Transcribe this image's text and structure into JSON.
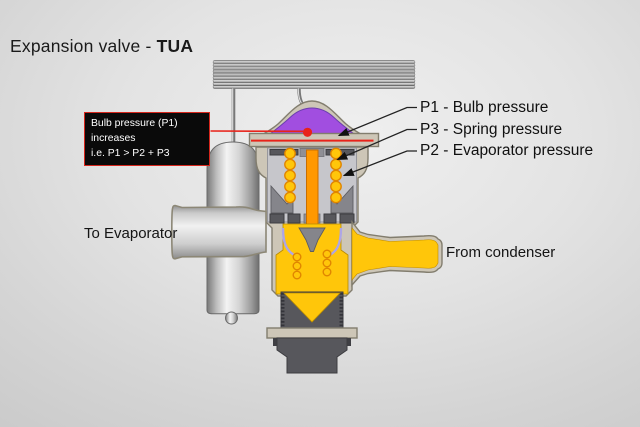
{
  "title": {
    "prefix": "Expansion valve - ",
    "model": "TUA"
  },
  "callout": {
    "line1": "Bulb pressure (P1) increases",
    "line2": "i.e. P1 > P2 + P3"
  },
  "labels": {
    "p1": "P1 - Bulb pressure",
    "p3": "P3 - Spring pressure",
    "p2": "P2 - Evaporator pressure",
    "to_evaporator": "To Evaporator",
    "from_condenser": "From condenser"
  },
  "colors": {
    "background_light": "#EFEFEF",
    "background_dark": "#C6C6C6",
    "diaphragm_purple": "#A14EE0",
    "refrigerant_yellow": "#FFC60A",
    "pin_orange": "#FF9800",
    "highlight_red": "#E8231A",
    "valve_body_beige": "#CDC6B7",
    "callout_background": "#0A0A0A",
    "callout_border": "#D6261C",
    "text_color": "#1A1A1A"
  }
}
